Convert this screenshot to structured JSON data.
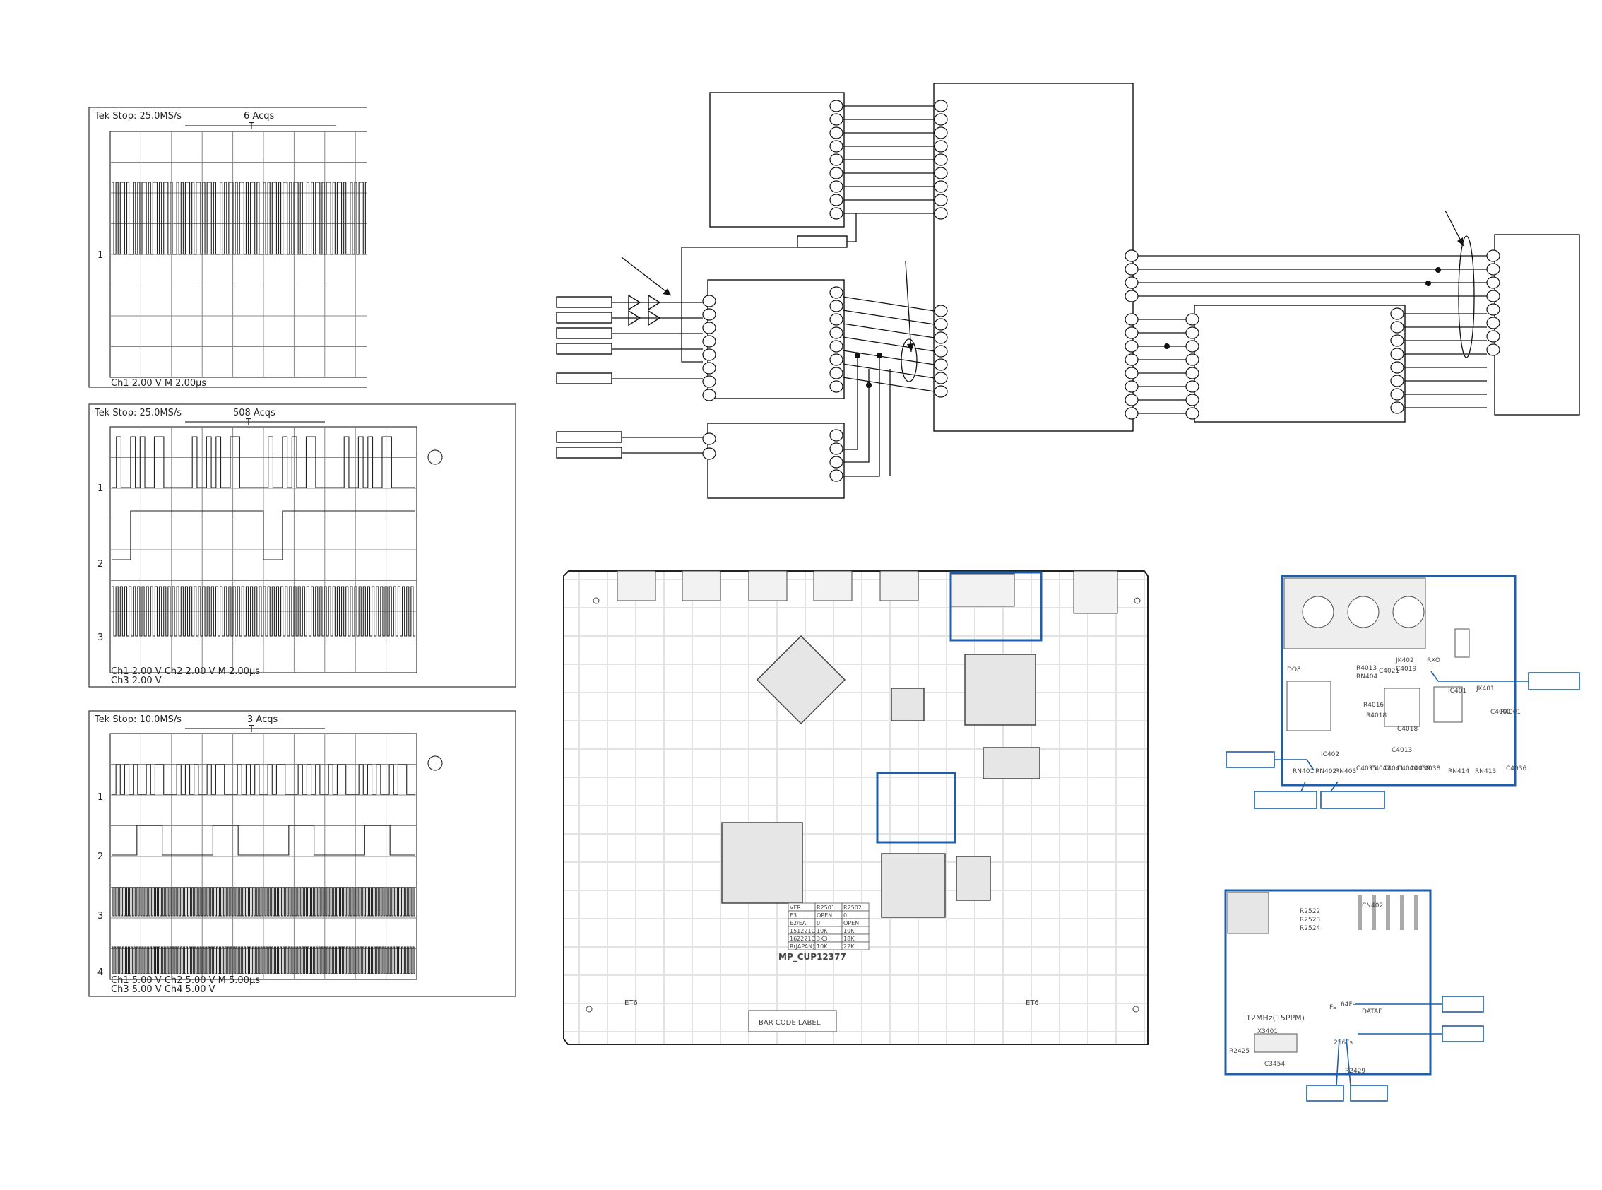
{
  "scopes": [
    {
      "header": "Tek Stop: 25.0MS/s",
      "acqs": "6 Acqs",
      "trigger_mark": "T",
      "footer_lines": [
        "Ch1    2.00 V                    M 2.00µs"
      ],
      "channels": [
        "1"
      ]
    },
    {
      "header": "Tek Stop: 25.0MS/s",
      "acqs": "508 Acqs",
      "trigger_mark": "T",
      "footer_lines": [
        "Ch1    2.00 V      Ch2    2.00 V      M 2.00µs",
        "Ch3    2.00 V"
      ],
      "channels": [
        "1",
        "2",
        "3"
      ]
    },
    {
      "header": "Tek Stop: 10.0MS/s",
      "acqs": "3 Acqs",
      "trigger_mark": "T",
      "footer_lines": [
        "Ch1    5.00 V      Ch2    5.00 V      M 5.00µs",
        "Ch3    5.00 V      Ch4    5.00 V"
      ],
      "channels": [
        "1",
        "2",
        "3",
        "4"
      ]
    }
  ],
  "pcb": {
    "board_name": "MP_CUP12377",
    "bar_code_label": "BAR CODE LABEL",
    "et_labels": [
      "ET6",
      "ET6"
    ],
    "version_table": [
      [
        "VER.",
        "R2501",
        "R2502"
      ],
      [
        "E3",
        "OPEN",
        "0"
      ],
      [
        "E2/EA",
        "0",
        "OPEN"
      ],
      [
        "151221C",
        "10K",
        "10K"
      ],
      [
        "162221C",
        "3K3",
        "18K"
      ],
      [
        "R(JAPAN)",
        "10K",
        "22K"
      ]
    ]
  },
  "detail_top": {
    "labels": [
      "JK402",
      "C4019",
      "RXO",
      "C4021",
      "RN404",
      "R4013",
      "IC401",
      "JK401",
      "R4016",
      "R4018",
      "C4018",
      "C4013",
      "IC402",
      "RN401",
      "RN402",
      "RN403",
      "C4035",
      "C4042",
      "C4041",
      "C4040",
      "C4039",
      "RN414",
      "RN413",
      "C4036",
      "C4038",
      "C4001",
      "R4001",
      "DO8"
    ]
  },
  "detail_bottom": {
    "labels": [
      "R2522",
      "R2523",
      "R2524",
      "CN402",
      "12MHz(15PPM)",
      "X3401",
      "Fs",
      "64Fs",
      "DATAF",
      "256Fs",
      "C3454",
      "R2425",
      "R2429"
    ]
  },
  "colors": {
    "zoom_frame": "#1f5fa8",
    "pcb_trace": "#d9d9d9",
    "ink": "#111111"
  }
}
